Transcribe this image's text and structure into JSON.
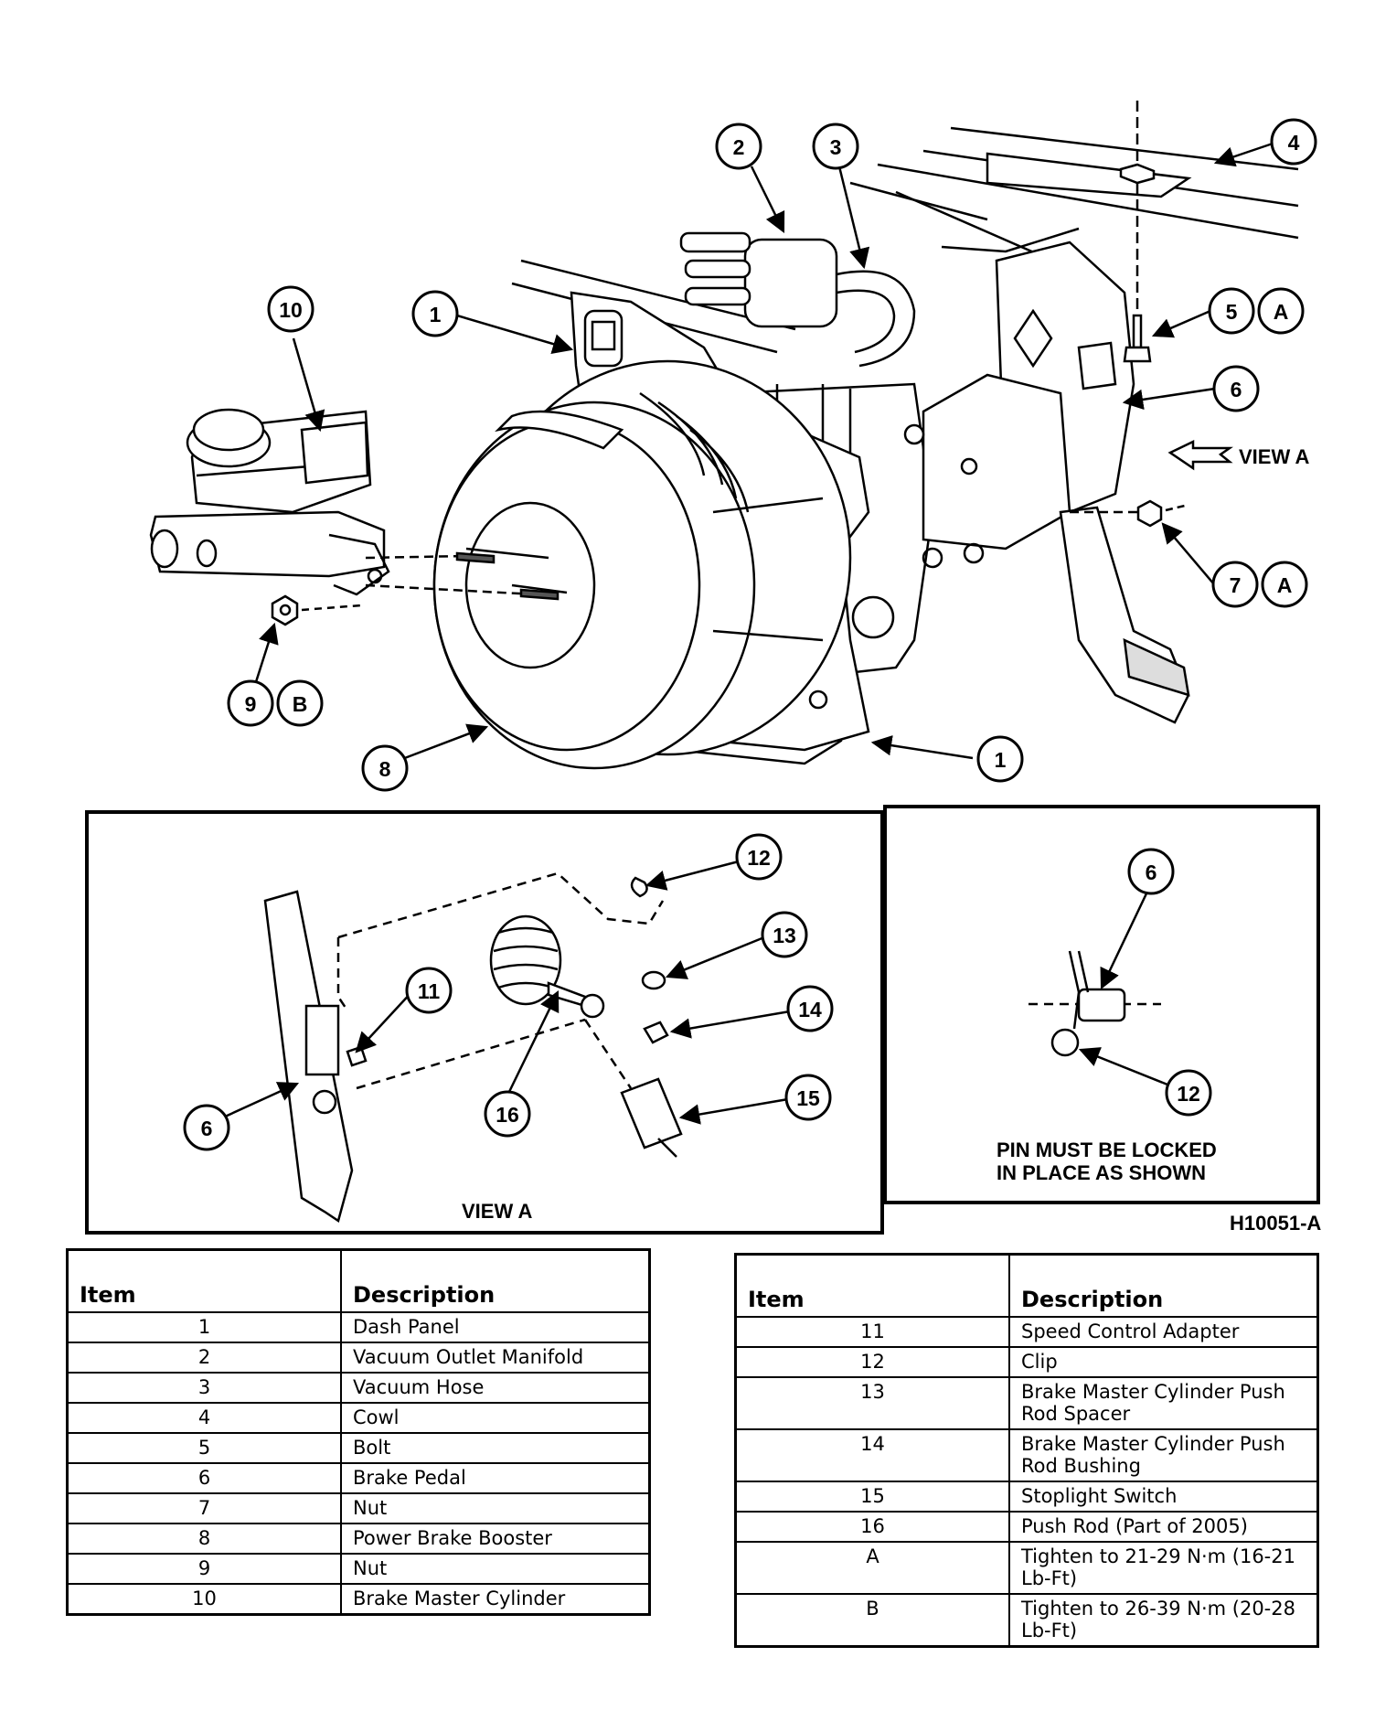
{
  "figure_id": "H10051-A",
  "view_a_label": "VIEW A",
  "view_a_arrow_label": "VIEW A",
  "pin_note": [
    "PIN MUST BE LOCKED",
    "IN PLACE AS SHOWN"
  ],
  "callouts": {
    "c1a": "1",
    "c1b": "1",
    "c2": "2",
    "c3": "3",
    "c4": "4",
    "c5": "5",
    "c5_letter": "A",
    "c6": "6",
    "c7": "7",
    "c7_letter": "A",
    "c8": "8",
    "c9": "9",
    "c9_letter": "B",
    "c10": "10",
    "v11": "11",
    "v12": "12",
    "v13": "13",
    "v14": "14",
    "v15": "15",
    "v16": "16",
    "v6": "6",
    "p6": "6",
    "p12": "12"
  },
  "table_left": {
    "header": {
      "item": "Item",
      "description": "Description"
    },
    "rows": [
      {
        "item": "1",
        "description": "Dash Panel"
      },
      {
        "item": "2",
        "description": "Vacuum Outlet Manifold"
      },
      {
        "item": "3",
        "description": "Vacuum Hose"
      },
      {
        "item": "4",
        "description": "Cowl"
      },
      {
        "item": "5",
        "description": "Bolt"
      },
      {
        "item": "6",
        "description": "Brake Pedal"
      },
      {
        "item": "7",
        "description": "Nut"
      },
      {
        "item": "8",
        "description": "Power Brake Booster"
      },
      {
        "item": "9",
        "description": "Nut"
      },
      {
        "item": "10",
        "description": "Brake Master Cylinder"
      }
    ]
  },
  "table_right": {
    "header": {
      "item": "Item",
      "description": "Description"
    },
    "rows": [
      {
        "item": "11",
        "description": "Speed Control Adapter"
      },
      {
        "item": "12",
        "description": "Clip"
      },
      {
        "item": "13",
        "description": "Brake Master Cylinder Push Rod Spacer"
      },
      {
        "item": "14",
        "description": "Brake Master Cylinder Push Rod Bushing"
      },
      {
        "item": "15",
        "description": "Stoplight Switch"
      },
      {
        "item": "16",
        "description": "Push Rod (Part of 2005)"
      },
      {
        "item": "A",
        "description": "Tighten to 21-29 N·m (16-21 Lb-Ft)"
      },
      {
        "item": "B",
        "description": "Tighten to 26-39 N·m (20-28 Lb-Ft)"
      }
    ]
  }
}
